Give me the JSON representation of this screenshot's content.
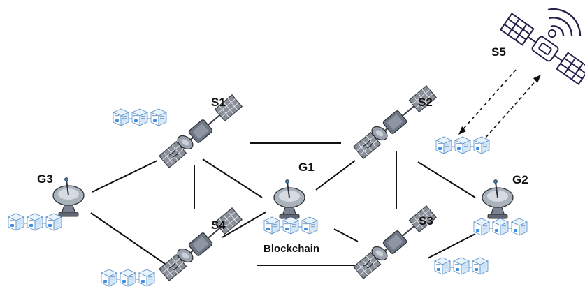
{
  "diagram": {
    "nodes": [
      {
        "id": "S1",
        "label": "S1",
        "kind": "satellite"
      },
      {
        "id": "S2",
        "label": "S2",
        "kind": "satellite"
      },
      {
        "id": "S3",
        "label": "S3",
        "kind": "satellite"
      },
      {
        "id": "S4",
        "label": "S4",
        "kind": "satellite"
      },
      {
        "id": "S5",
        "label": "S5",
        "kind": "relay-satellite"
      },
      {
        "id": "G1",
        "label": "G1",
        "kind": "ground-station"
      },
      {
        "id": "G2",
        "label": "G2",
        "kind": "ground-station"
      },
      {
        "id": "G3",
        "label": "G3",
        "kind": "ground-station"
      }
    ],
    "links": [
      {
        "from": "G3",
        "to": "S1",
        "style": "solid"
      },
      {
        "from": "G3",
        "to": "S4",
        "style": "solid"
      },
      {
        "from": "S1",
        "to": "S4",
        "style": "solid"
      },
      {
        "from": "S1",
        "to": "G1",
        "style": "solid"
      },
      {
        "from": "S1",
        "to": "S2",
        "style": "solid"
      },
      {
        "from": "S4",
        "to": "G1",
        "style": "solid"
      },
      {
        "from": "S4",
        "to": "S3",
        "style": "solid"
      },
      {
        "from": "G1",
        "to": "S2",
        "style": "solid"
      },
      {
        "from": "G1",
        "to": "S3",
        "style": "solid"
      },
      {
        "from": "S2",
        "to": "S3",
        "style": "solid"
      },
      {
        "from": "S2",
        "to": "G2",
        "style": "solid"
      },
      {
        "from": "S3",
        "to": "G2",
        "style": "solid"
      },
      {
        "from": "S5",
        "to": "S2",
        "style": "dashed-bidirectional"
      }
    ],
    "blockchain_label": "Blockchain",
    "colors": {
      "link": "#111111",
      "satellite_panel": "#8a8f99",
      "satellite_body": "#6f7683",
      "dish": "#9aa3ad",
      "block_outline": "#5b8fc7",
      "block_fill": "#e8f3fc",
      "s5_outline": "#2a1f4a"
    }
  }
}
